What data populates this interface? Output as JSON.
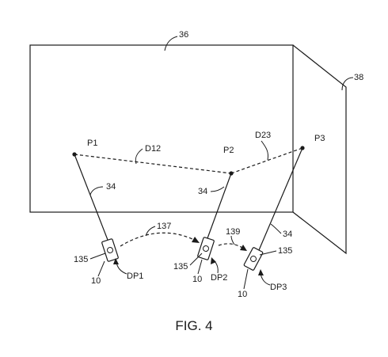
{
  "labels": {
    "wall_front": "36",
    "wall_side": "38",
    "p1": "P1",
    "p2": "P2",
    "p3": "P3",
    "d12": "D12",
    "d23": "D23",
    "beam_1": "34",
    "beam_2": "34",
    "beam_3": "34",
    "move_12": "137",
    "move_23": "139",
    "lens_1": "135",
    "lens_2": "135",
    "lens_3": "135",
    "device_1": "10",
    "device_2": "10",
    "device_3": "10",
    "dp1": "DP1",
    "dp2": "DP2",
    "dp3": "DP3"
  },
  "caption": "FIG. 4"
}
